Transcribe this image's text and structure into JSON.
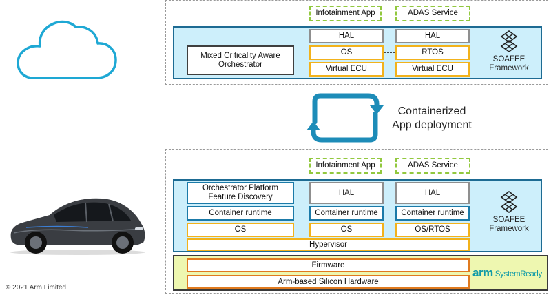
{
  "top": {
    "orchestrator": "Mixed Criticality Aware Orchestrator",
    "app_left": "Infotainment App",
    "app_right": "ADAS Service",
    "left_stack": [
      "HAL",
      "OS",
      "Virtual ECU"
    ],
    "right_stack": [
      "HAL",
      "RTOS",
      "Virtual ECU"
    ],
    "framework_line1": "SOAFEE",
    "framework_line2": "Framework"
  },
  "middle": {
    "line1": "Containerized",
    "line2": "App deployment"
  },
  "bottom": {
    "app_left": "Infotainment App",
    "app_right": "ADAS Service",
    "col1": {
      "orchestrator": "Orchestrator Platform Feature Discovery",
      "runtime": "Container runtime",
      "os": "OS"
    },
    "col2": [
      "HAL",
      "Container runtime",
      "OS"
    ],
    "col3": [
      "HAL",
      "Container runtime",
      "OS/RTOS"
    ],
    "hypervisor": "Hypervisor",
    "framework_line1": "SOAFEE",
    "framework_line2": "Framework",
    "firmware": "Firmware",
    "silicon": "Arm-based Silicon Hardware",
    "arm_logo": "arm",
    "systemready": "SystemReady"
  },
  "footer": {
    "copyright": "© 2021 Arm Limited"
  },
  "colors": {
    "cloud": "#1ea8d4",
    "panel": "#cdeffb",
    "arrow": "#1d8cb8",
    "green_dash": "#92c83e",
    "arm": "#0f9aa8"
  }
}
